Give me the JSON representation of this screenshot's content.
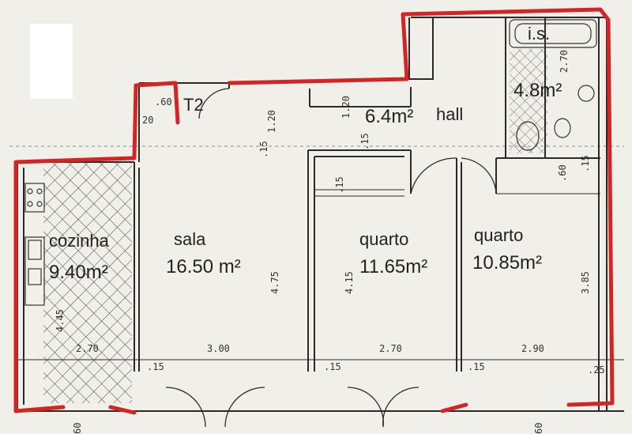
{
  "plan": {
    "type_label": "T2",
    "rooms": [
      {
        "id": "cozinha",
        "name": "cozinha",
        "area": "9.40m²"
      },
      {
        "id": "sala",
        "name": "sala",
        "area": "16.50 m²"
      },
      {
        "id": "quarto1",
        "name": "quarto",
        "area": "11.65m²"
      },
      {
        "id": "quarto2",
        "name": "quarto",
        "area": "10.85m²"
      },
      {
        "id": "hall",
        "name": "hall",
        "area": "6.4m²"
      },
      {
        "id": "is",
        "name": "i.s.",
        "area": "4.8m²"
      }
    ],
    "dimensions": {
      "bottom_widths": [
        "2.70",
        "3.00",
        "2.70",
        "2.90"
      ],
      "kitchen_height": "4.45",
      "sala_height": "4.75",
      "quarto1_height": "4.15",
      "quarto2_height": "3.85",
      "hall_height": "1.20",
      "hall_height_2": "1.20",
      "is_height": "2.70",
      "top_small": ".60",
      "left_small": "20",
      "wall_marks": [
        ".15",
        ".15",
        ".15",
        ".25",
        ".15",
        ".60",
        ".15",
        ".15",
        ".15"
      ],
      "bottom_edge_marks": [
        "60",
        "60"
      ]
    },
    "colors": {
      "outline": "#d42525",
      "paper": "#f1efea",
      "ink": "#2a2a2a"
    }
  }
}
